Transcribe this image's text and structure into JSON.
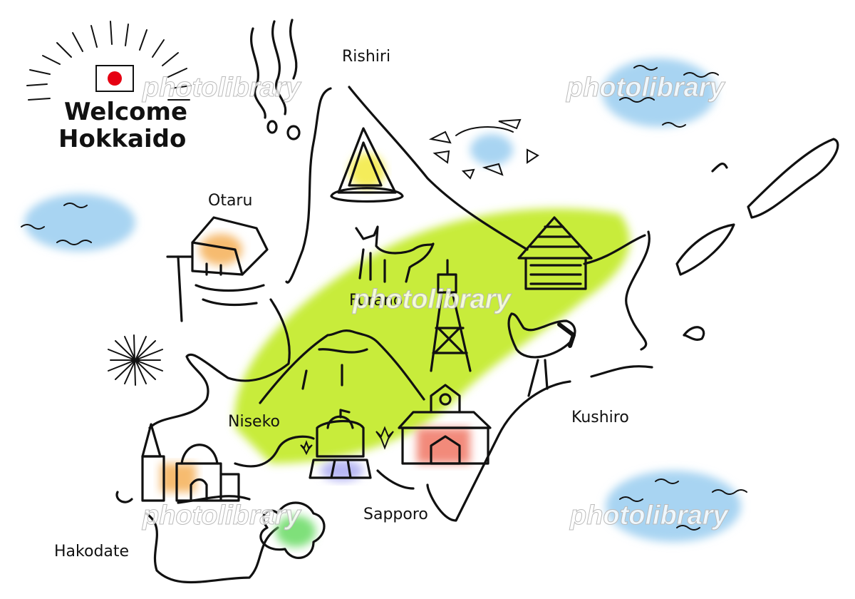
{
  "title": {
    "line1": "Welcome",
    "line2": "Hokkaido"
  },
  "labels": {
    "rishiri": "Rishiri",
    "otaru": "Otaru",
    "furano": "Furano",
    "niseko": "Niseko",
    "sapporo": "Sapporo",
    "kushiro": "Kushiro",
    "hakodate": "Hakodate"
  },
  "watermark": "photolibrary",
  "colors": {
    "land_wash": "#c8ec3a",
    "sea_wash": "#a8d4f2",
    "flag_red": "#e60012",
    "ink": "#111111"
  },
  "icons": [
    "rising-sun-flag-icon",
    "hot-spring-steam-icon",
    "pyramid-monument-icon",
    "drift-ice-icon",
    "canal-warehouse-icon",
    "fox-icon",
    "tv-tower-icon",
    "thatched-house-icon",
    "mountain-icon",
    "crane-icon",
    "firework-icon",
    "clock-tower-icon",
    "castle-icon",
    "church-icon",
    "star-flower-icon"
  ]
}
